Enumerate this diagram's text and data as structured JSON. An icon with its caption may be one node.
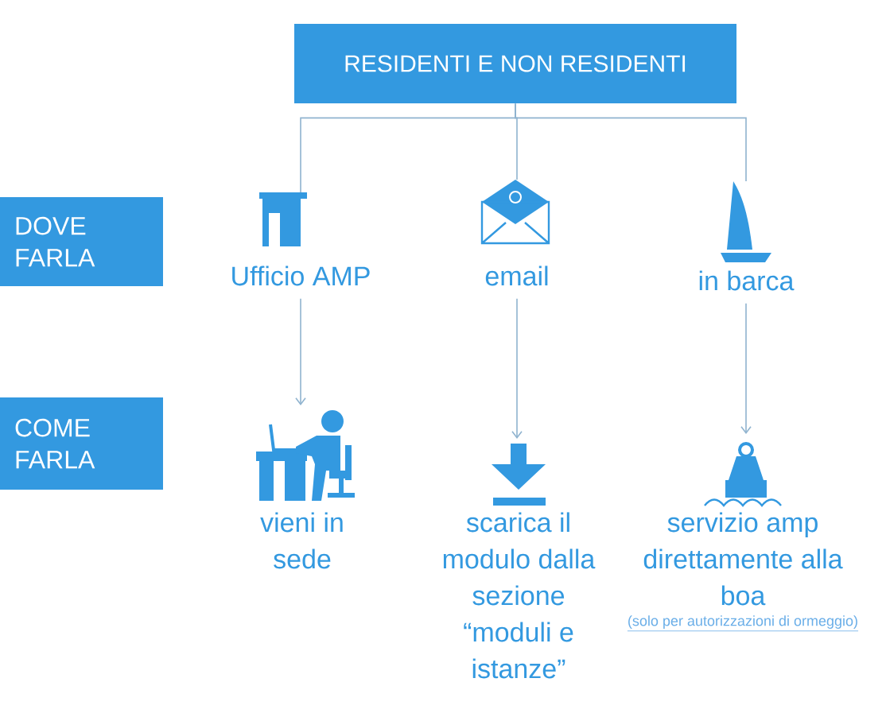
{
  "diagram": {
    "nodes": [
      {
        "text": [
          "RESIDENTI E NON RESIDENTI"
        ]
      },
      {
        "text": [
          "DOVE FARLA"
        ]
      },
      {
        "text": [
          "COME FARLA"
        ]
      },
      {
        "text": [
          "Ufficio AMP"
        ]
      },
      {
        "text": [
          "email"
        ]
      },
      {
        "text": [
          "in barca"
        ]
      },
      {
        "text": [
          "vieni in sede"
        ]
      },
      {
        "text": [
          "scarica il modulo dalla sezione “moduli e istanze”"
        ]
      },
      {
        "text": [
          "servizio amp direttamente alla boa"
        ],
        "beside": [
          "(solo per autorizzazioni di ormeggio)"
        ]
      }
    ],
    "edges": [
      {
        "from": 0,
        "to": 3,
        "arrow": "none"
      },
      {
        "from": 0,
        "to": 4,
        "arrow": "none"
      },
      {
        "from": 0,
        "to": 5,
        "arrow": "none"
      },
      {
        "from": 3,
        "to": 6,
        "arrow": "to"
      },
      {
        "from": 4,
        "to": 7,
        "arrow": "to"
      },
      {
        "from": 5,
        "to": 8,
        "arrow": "to"
      }
    ]
  }
}
